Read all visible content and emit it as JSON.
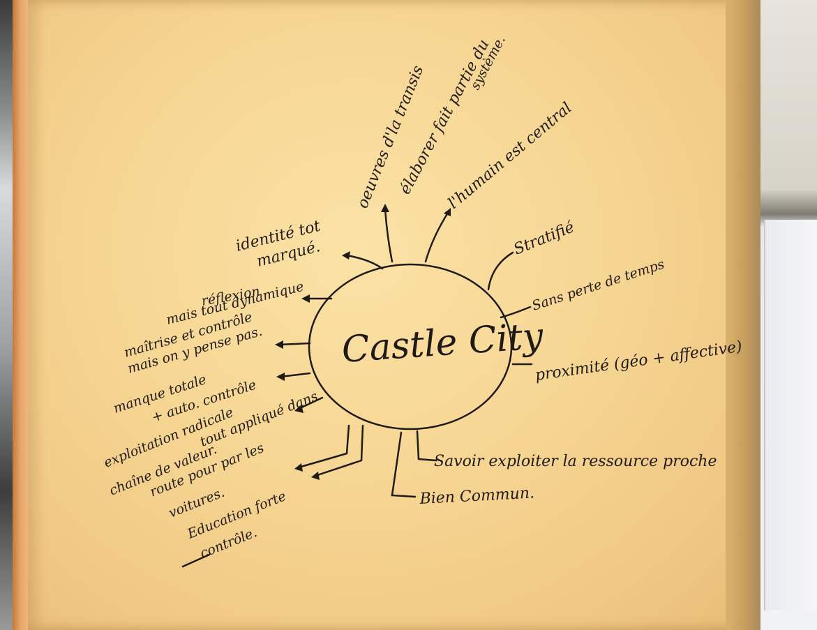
{
  "photo": {
    "center": "Castle City",
    "labels": {
      "identite": "identité tot",
      "identite2": "marqué.",
      "oeuvres": "oeuvres d'la transis",
      "elaborer": "élaborer fait partie du",
      "elaborer2": "système.",
      "humain": "l'humain est central",
      "stratifie": "Stratifié",
      "perte": "Sans perte de temps",
      "proximite": "proximité (géo + affective)",
      "ressource": "Savoir exploiter la ressource proche",
      "bien": "Bien Commun.",
      "reflexion": "réflexion",
      "reflexion2": "mais tout dynamique",
      "maitrise": "maîtrise et contrôle",
      "maitrise2": "mais on y pense pas.",
      "manque": "manque totale",
      "manque2": "+ auto. contrôle",
      "exploitation": "exploitation radicale",
      "exploitation2": "tout appliqué dans",
      "exploitation3": "chaîne de valeur.",
      "route": "route pour par les",
      "route2": "voitures.",
      "education": "Education forte",
      "education2": "contrôle."
    }
  }
}
